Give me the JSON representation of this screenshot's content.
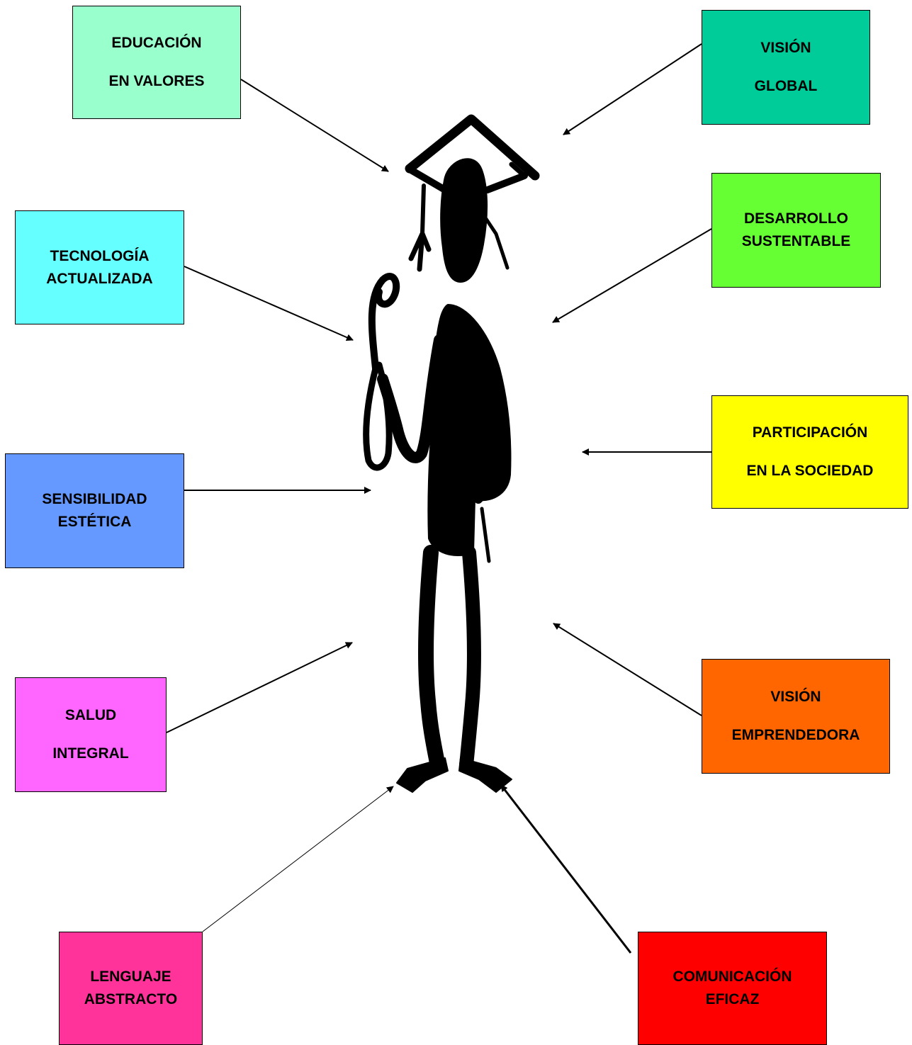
{
  "diagram": {
    "figure": "graduate-silhouette",
    "boxes": [
      {
        "id": "educacion",
        "lines": [
          "EDUCACIÓN",
          "EN VALORES"
        ],
        "color": "#99ffcc"
      },
      {
        "id": "vision-global",
        "lines": [
          "VISIÓN",
          "GLOBAL"
        ],
        "color": "#00cc99"
      },
      {
        "id": "tecnologia",
        "lines": [
          "TECNOLOGÍA",
          "ACTUALIZADA"
        ],
        "color": "#66ffff"
      },
      {
        "id": "desarrollo",
        "lines": [
          "DESARROLLO",
          "SUSTENTABLE"
        ],
        "color": "#66ff33"
      },
      {
        "id": "sensibilidad",
        "lines": [
          "SENSIBILIDAD",
          "ESTÉTICA"
        ],
        "color": "#6699ff"
      },
      {
        "id": "participacion",
        "lines": [
          "PARTICIPACIÓN",
          "EN LA SOCIEDAD"
        ],
        "color": "#ffff00"
      },
      {
        "id": "salud",
        "lines": [
          "SALUD",
          "INTEGRAL"
        ],
        "color": "#ff66ff"
      },
      {
        "id": "vision-emprendedora",
        "lines": [
          "VISIÓN",
          "EMPRENDEDORA"
        ],
        "color": "#ff6600"
      },
      {
        "id": "lenguaje",
        "lines": [
          "LENGUAJE",
          "ABSTRACTO"
        ],
        "color": "#ff3399"
      },
      {
        "id": "comunicacion",
        "lines": [
          "COMUNICACIÓN",
          "EFICAZ"
        ],
        "color": "#ff0000"
      }
    ]
  }
}
